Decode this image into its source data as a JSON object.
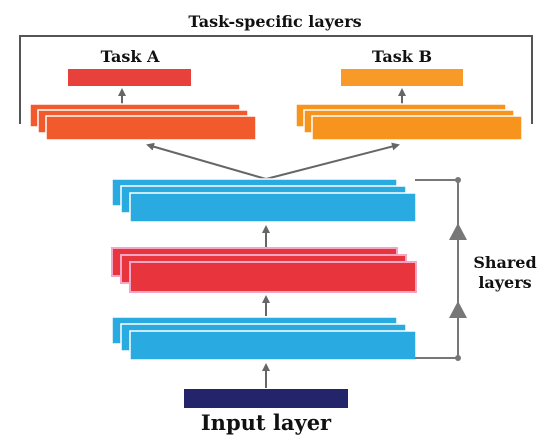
{
  "labels": {
    "task_specific": "Task-specific layers",
    "task_a": "Task A",
    "task_b": "Task B",
    "shared_line1": "Shared",
    "shared_line2": "layers",
    "input": "Input layer"
  },
  "colors": {
    "task_a_output": "#e8403a",
    "task_a_layers": "#f05a2c",
    "task_b_output": "#f79a28",
    "task_b_layers": "#f7941d",
    "shared_blue": "#29abe2",
    "shared_red": "#e8343c",
    "shared_red_edge": "#7a4a4a",
    "input": "#24246b",
    "connector": "#666666"
  }
}
